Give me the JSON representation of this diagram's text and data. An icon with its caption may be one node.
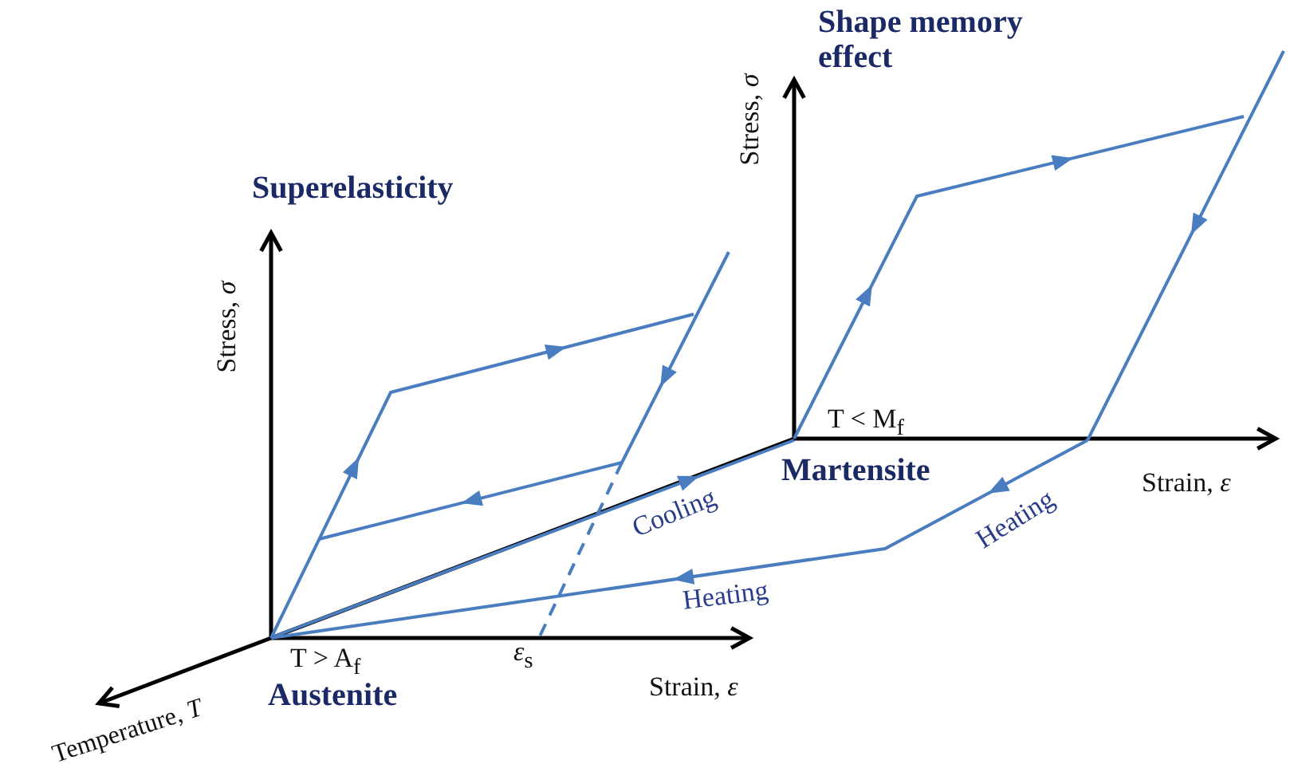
{
  "diagram": {
    "labels": [
      "Shape memory effect",
      "Stress, *σ*",
      "Superelasticity",
      "Stress, *σ*",
      "T < M$_{f}$",
      "Martensite",
      "Strain, *ε*",
      "Cooling",
      "Heating",
      "Heating",
      "*ε*$_{s}$",
      "T > A$_{f}$",
      "Austenite",
      "Strain, *ε*",
      "Temperature, *T*"
    ]
  }
}
